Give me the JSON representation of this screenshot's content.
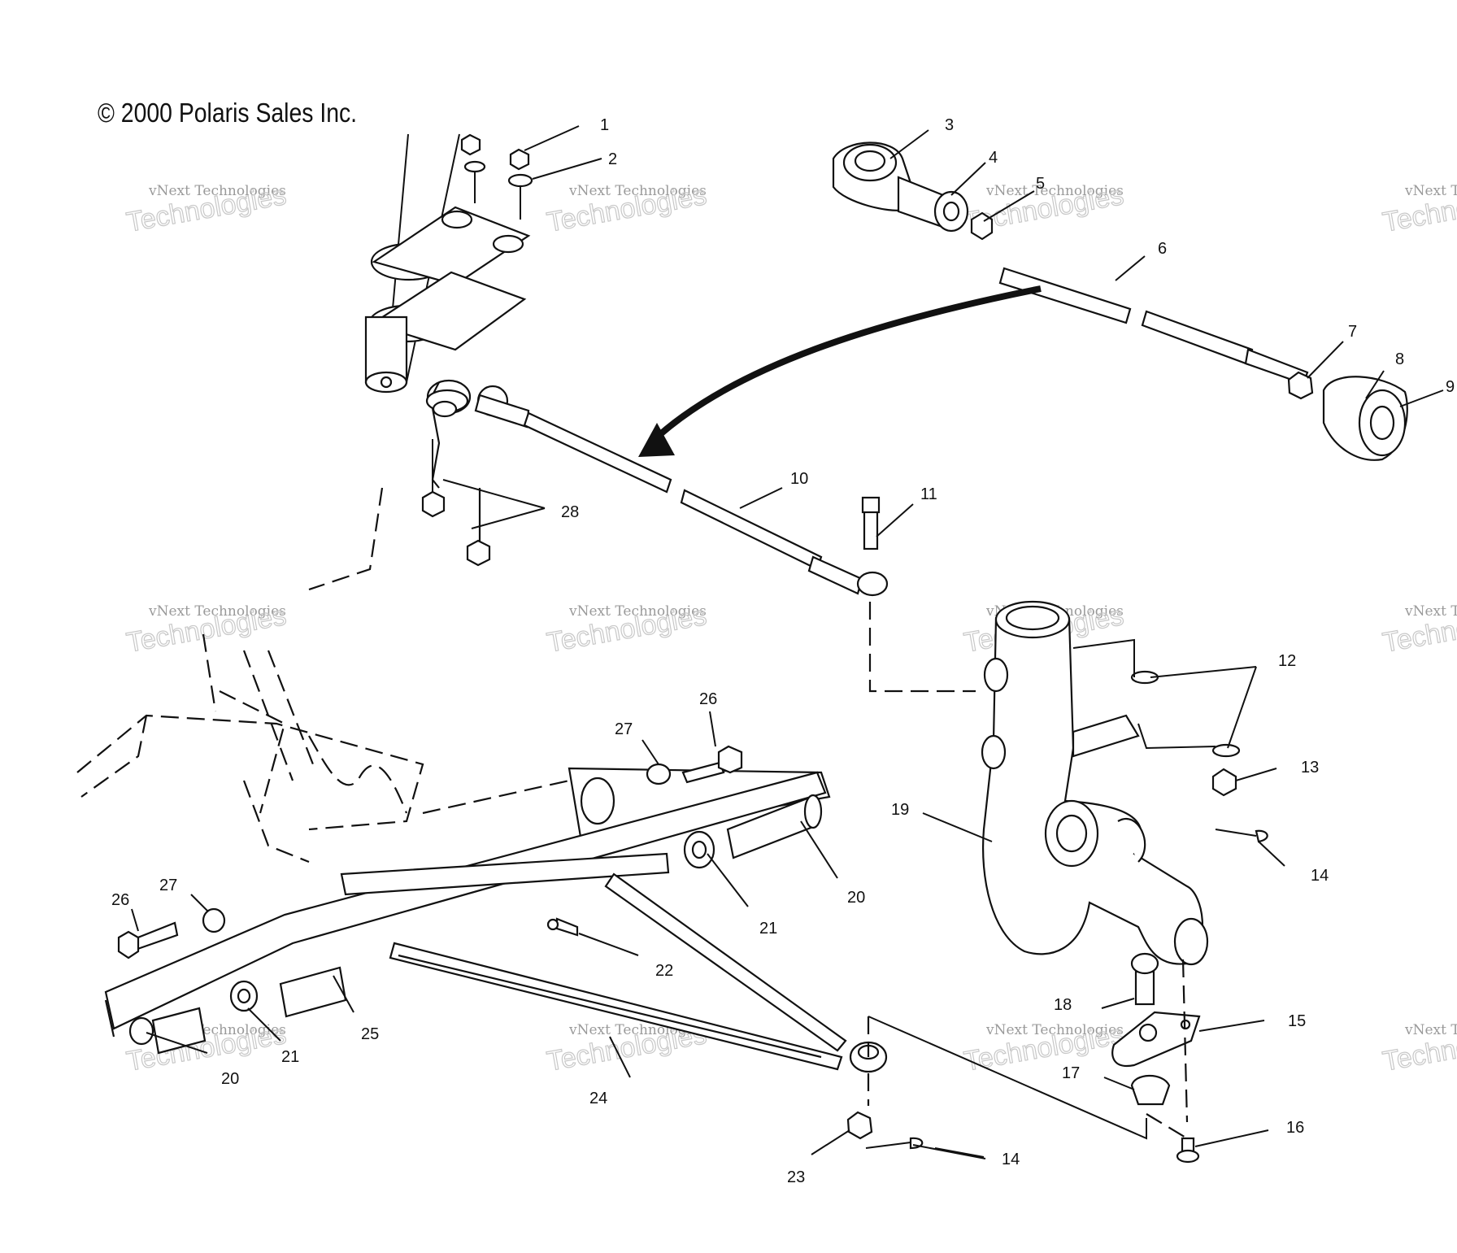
{
  "copyright": "© 2000 Polaris Sales Inc.",
  "watermark": {
    "line1": "vNext Technologies",
    "line2": "Technologies"
  },
  "callouts": [
    "1",
    "2",
    "3",
    "4",
    "5",
    "6",
    "7",
    "8",
    "9",
    "10",
    "11",
    "12",
    "13",
    "14",
    "14",
    "15",
    "16",
    "17",
    "18",
    "19",
    "20",
    "20",
    "21",
    "21",
    "22",
    "23",
    "24",
    "25",
    "26",
    "26",
    "27",
    "27",
    "28"
  ]
}
